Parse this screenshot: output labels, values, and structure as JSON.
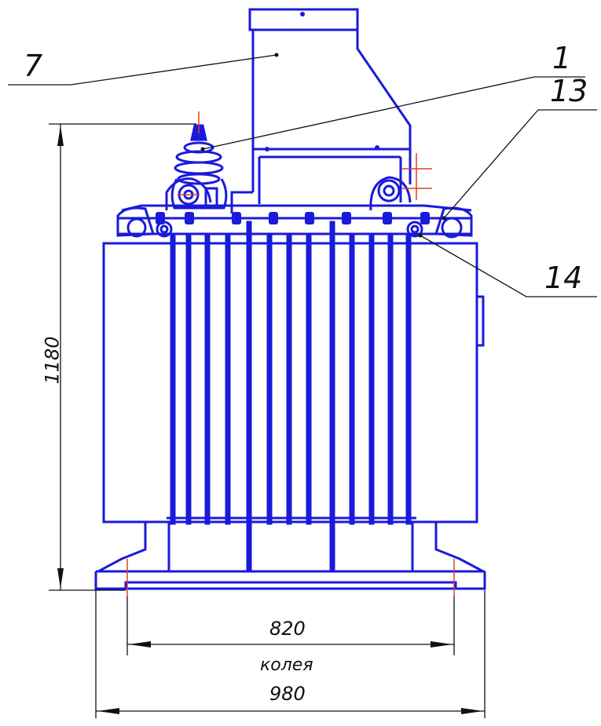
{
  "callouts": {
    "c7": "7",
    "c1": "1",
    "c13": "13",
    "c14": "14"
  },
  "dimensions": {
    "height": "1180",
    "track": "820",
    "track_caption": "колея",
    "width": "980"
  },
  "colors": {
    "body": "#1a1adc",
    "dimension_line": "#111111",
    "center_mark": "#e0401a"
  }
}
